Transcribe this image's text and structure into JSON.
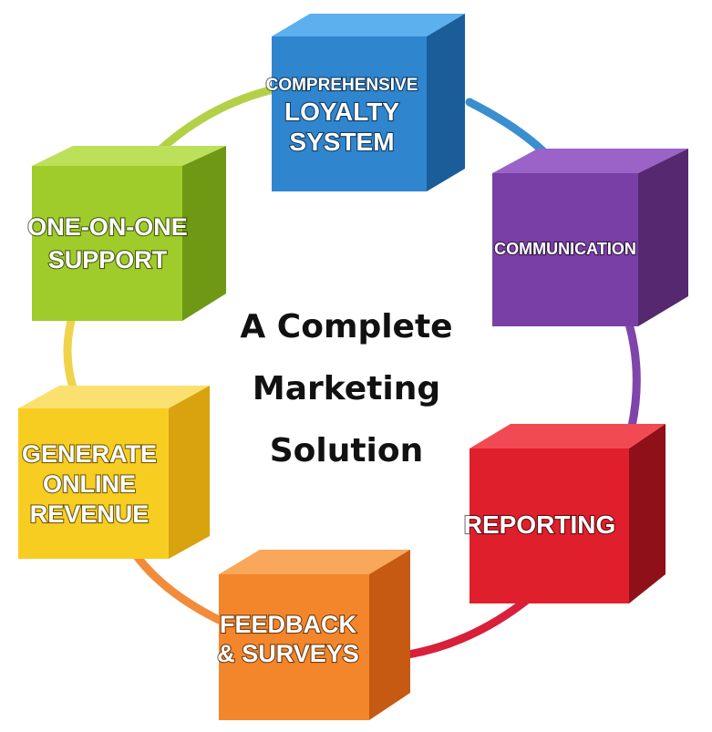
{
  "center": {
    "line1": "A Complete",
    "line2": "Marketing",
    "line3": "Solution"
  },
  "cubes": {
    "loyalty": {
      "line1": "COMPREHENSIVE",
      "line2": "LOYALTY",
      "line3": "SYSTEM",
      "colors": {
        "front": "#2f86cf",
        "top": "#5cb0ee",
        "side": "#1a5d99"
      }
    },
    "communication": {
      "line1": "COMMUNICATION",
      "colors": {
        "front": "#7a3fa6",
        "top": "#9b63c7",
        "side": "#55286f"
      }
    },
    "reporting": {
      "line1": "REPORTING",
      "colors": {
        "front": "#e01f2c",
        "top": "#f24a54",
        "side": "#8f1018"
      }
    },
    "feedback": {
      "line1": "FEEDBACK",
      "line2": "& SURVEYS",
      "colors": {
        "front": "#f3862a",
        "top": "#f9a75a",
        "side": "#c65a12"
      }
    },
    "revenue": {
      "line1": "GENERATE",
      "line2": "ONLINE",
      "line3": "REVENUE",
      "colors": {
        "front": "#f8cd22",
        "top": "#fbe070",
        "side": "#d9a30f"
      }
    },
    "support": {
      "line1": "ONE-ON-ONE",
      "line2": "SUPPORT",
      "colors": {
        "front": "#9fcc2a",
        "top": "#bde05a",
        "side": "#6f9815"
      }
    }
  },
  "ring_colors": {
    "loyalty_to_communication": "#3a8fd0",
    "communication_to_reporting": "#7f45ab",
    "reporting_to_feedback": "#d8203a",
    "feedback_to_revenue": "#f28c3a",
    "revenue_to_support": "#efd34a",
    "support_to_loyalty": "#b4d046"
  }
}
